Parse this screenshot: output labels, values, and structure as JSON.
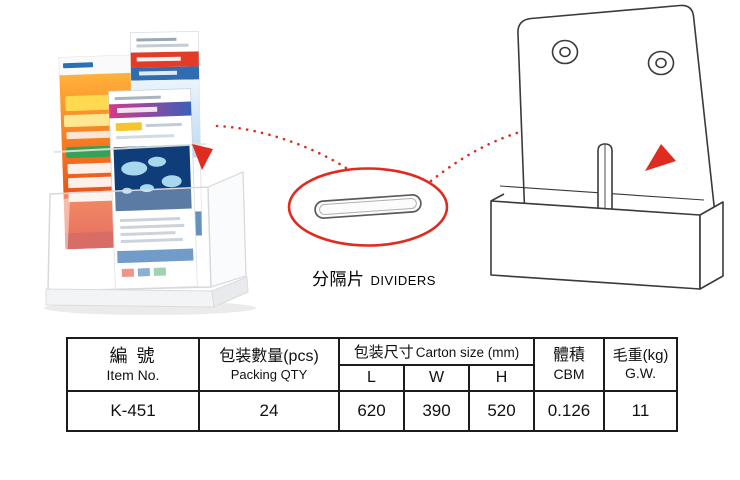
{
  "callout": {
    "label_cn": "分隔片",
    "label_en": "DIVIDERS"
  },
  "table": {
    "header": {
      "item_cn": "編 號",
      "item_en": "Item No.",
      "qty_cn": "包装數量(pcs)",
      "qty_en": "Packing QTY",
      "carton_cn": "包装尺寸",
      "carton_en": "Carton size (mm)",
      "col_l": "L",
      "col_w": "W",
      "col_h": "H",
      "cbm_cn": "體積",
      "cbm_en": "CBM",
      "gw_cn": "毛重(kg)",
      "gw_en": "G.W."
    },
    "rows": [
      {
        "item_no": "K-451",
        "packing_qty": "24",
        "length": "620",
        "width": "390",
        "height": "520",
        "cbm": "0.126",
        "gw": "11"
      }
    ]
  },
  "icons": {
    "pointer_arrow": "red-triangle",
    "divider_piece": "pill-outline",
    "screw_hole": "concentric-circles"
  },
  "colors": {
    "accent_red": "#e02b20",
    "drawing_line": "#3a3a3a",
    "table_border": "#1c1c1c"
  }
}
